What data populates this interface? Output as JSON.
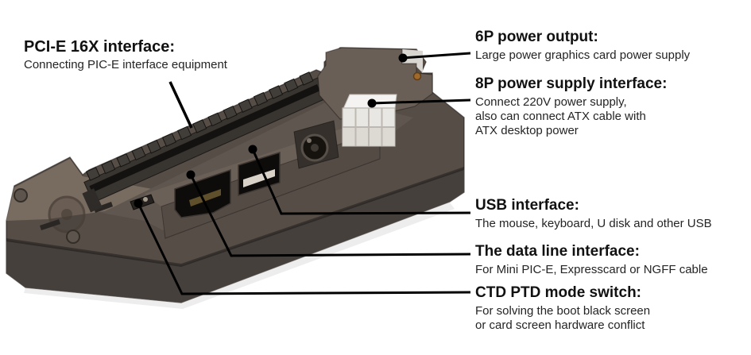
{
  "colors": {
    "background": "#ffffff",
    "title_text": "#111111",
    "body_text": "#242424",
    "callout": "#000000",
    "case_dark": "#514b47",
    "case_light": "#776a5f",
    "connector_white": "#e9e7e3"
  },
  "callouts": {
    "pcie": {
      "title": "PCI-E 16X interface:",
      "description": "Connecting PIC-E interface equipment"
    },
    "power6p": {
      "title": "6P power output:",
      "description": "Large power graphics card power supply"
    },
    "power8p": {
      "title": "8P power supply interface:",
      "lines": [
        "Connect 220V power supply,",
        "also can connect ATX cable with",
        "ATX desktop power"
      ]
    },
    "usb": {
      "title": "USB interface:",
      "description": "The mouse, keyboard, U disk and other USB"
    },
    "dataline": {
      "title": "The data line interface:",
      "description": "For Mini PIC-E, Expresscard or NGFF cable"
    },
    "ctdptd": {
      "title": "CTD PTD mode switch:",
      "lines": [
        "For solving the boot black screen",
        "or card screen hardware conflict"
      ]
    }
  }
}
